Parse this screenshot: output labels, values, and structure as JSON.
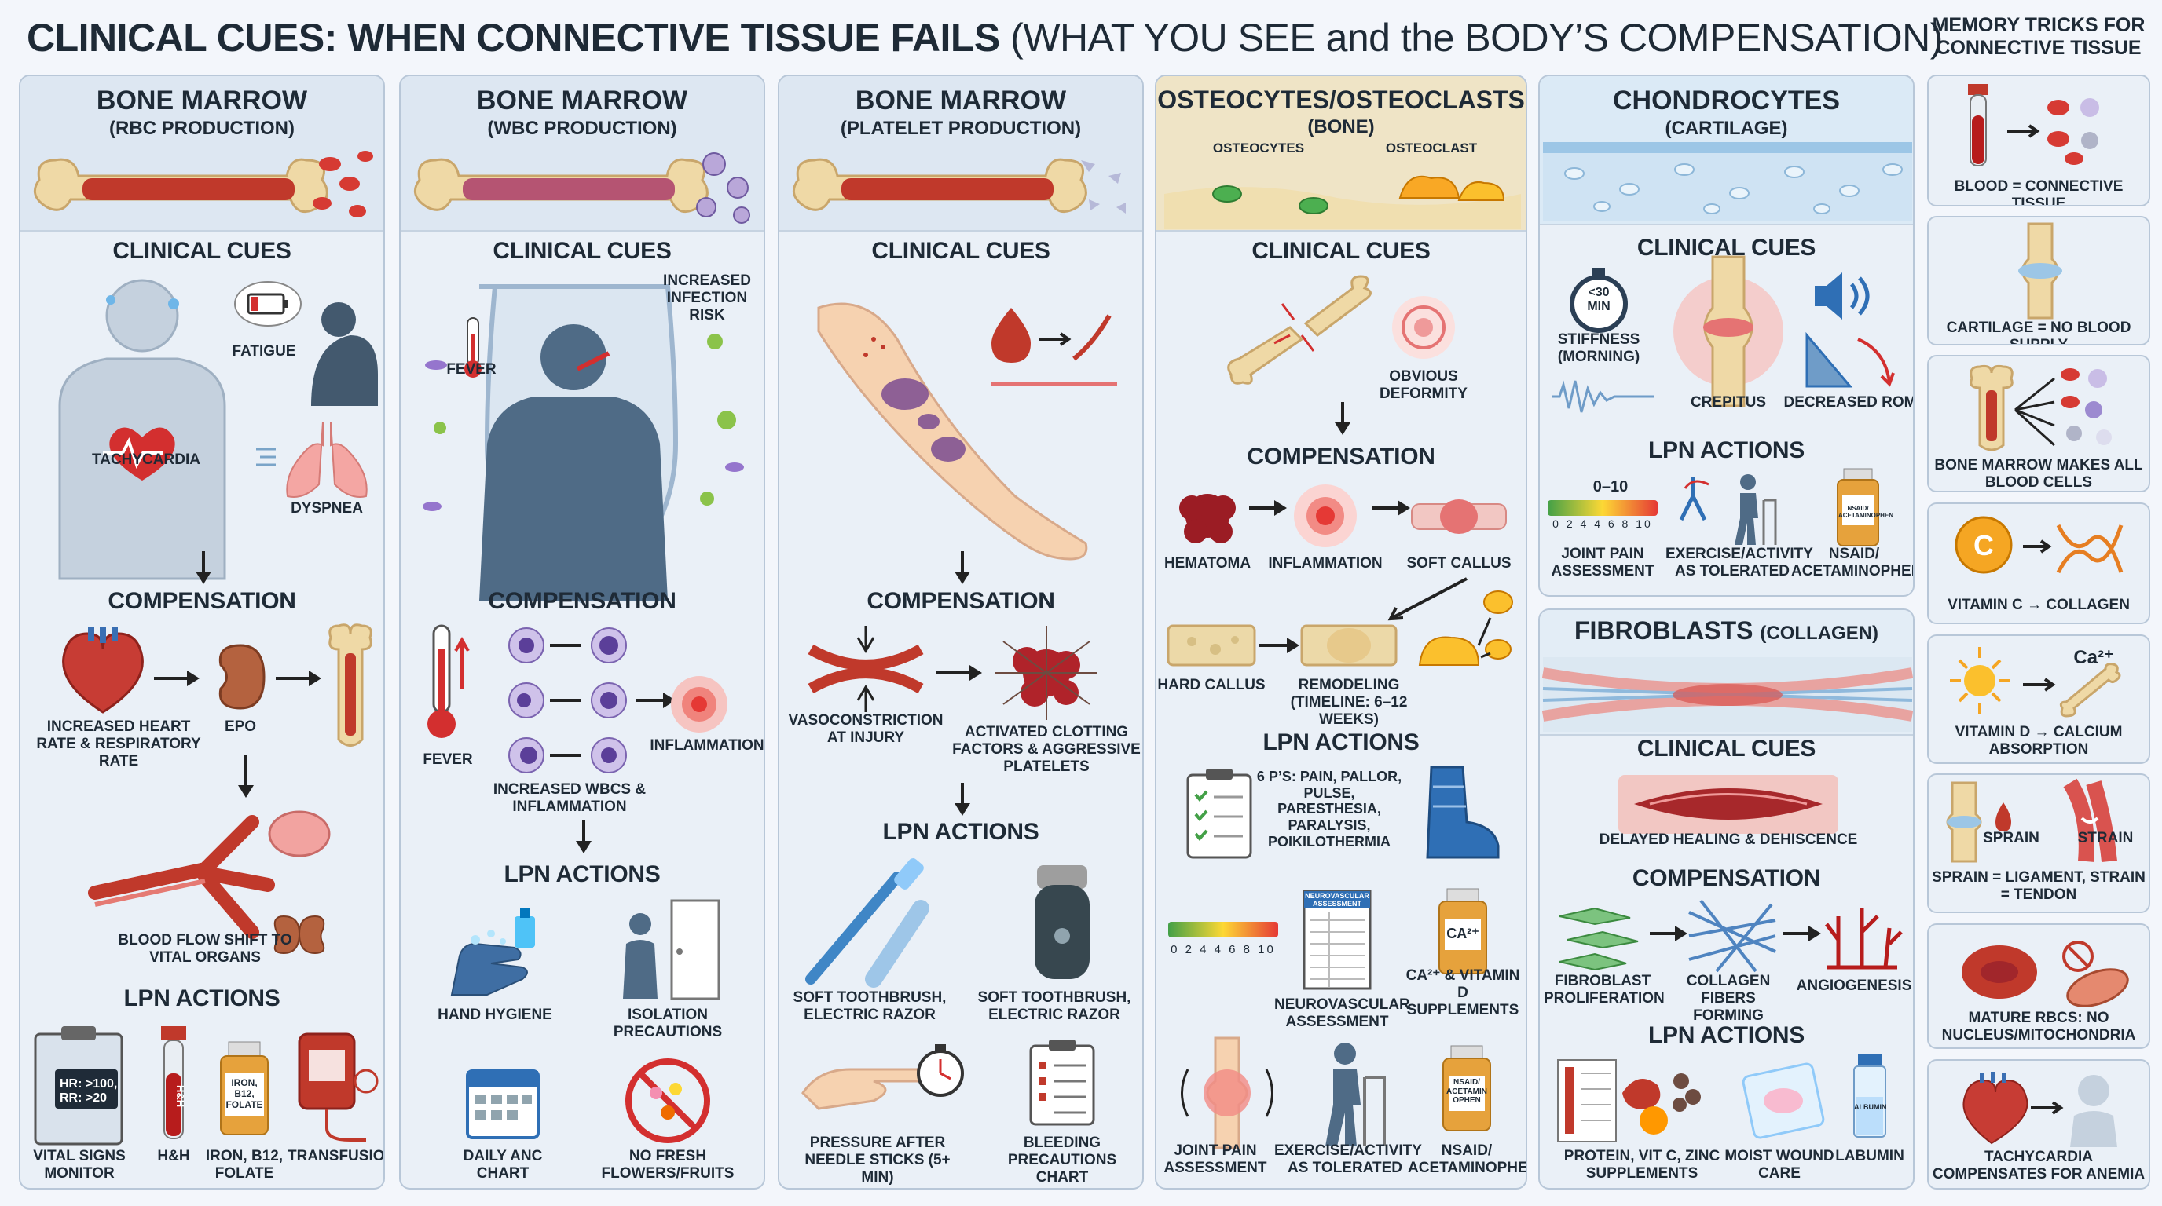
{
  "header": {
    "title_bold": "CLINICAL CUES: WHEN CONNECTIVE TISSUE FAILS",
    "title_sub": "(WHAT YOU SEE and the BODY’S COMPENSATION)",
    "memory_title": "MEMORY TRICKS FOR CONNECTIVE TISSUE"
  },
  "rbc": {
    "title": "BONE MARROW",
    "subtitle": "(RBC PRODUCTION)",
    "cues_heading": "CLINICAL CUES",
    "fatigue": "FATIGUE",
    "tachycardia": "TACHYCARDIA",
    "dyspnea": "DYSPNEA",
    "comp_heading": "COMPENSATION",
    "hr_rr": "INCREASED HEART RATE & RESPIRATORY RATE",
    "epo": "EPO",
    "blood_flow": "BLOOD FLOW SHIFT TO VITAL ORGANS",
    "lpn_heading": "LPN ACTIONS",
    "monitor_text": "HR: >100, RR: >20",
    "vitals": "VITAL SIGNS MONITOR",
    "hh_tube": "H&H",
    "hh": "H&H",
    "bottle_text": "IRON, B12, FOLATE",
    "iron": "IRON, B12, FOLATE",
    "transfusion": "TRANSFUSION"
  },
  "wbc": {
    "title": "BONE MARROW",
    "subtitle": "(WBC PRODUCTION)",
    "cues_heading": "CLINICAL CUES",
    "infection": "INCREASED INFECTION RISK",
    "fever": "FEVER",
    "comp_heading": "COMPENSATION",
    "fever2": "FEVER",
    "inflammation": "INFLAMMATION",
    "increased_wbc": "INCREASED WBCs & INFLAMMATION",
    "lpn_heading": "LPN ACTIONS",
    "hand_hygiene": "HAND HYGIENE",
    "isolation": "ISOLATION PRECAUTIONS",
    "daily_anc": "DAILY ANC CHART",
    "no_flowers": "NO FRESH FLOWERS/FRUITS"
  },
  "plt": {
    "title": "BONE MARROW",
    "subtitle": "(PLATELET PRODUCTION)",
    "cues_heading": "CLINICAL CUES",
    "comp_heading": "COMPENSATION",
    "vasoconstriction": "VASOCONSTRICTION AT INJURY",
    "clotting": "ACTIVATED CLOTTING FACTORS & AGGRESSIVE PLATELETS",
    "lpn_heading": "LPN ACTIONS",
    "toothbrush1": "SOFT TOOTHBRUSH, ELECTRIC RAZOR",
    "toothbrush2": "SOFT TOOTHBRUSH, ELECTRIC RAZOR",
    "pressure": "PRESSURE AFTER NEEDLE STICKS (5+ MIN)",
    "bleeding": "BLEEDING PRECAUTIONS CHART"
  },
  "osteo": {
    "title": "OSTEOCYTES/OSTEOCLASTS",
    "subtitle": "(BONE)",
    "osteocytes": "OSTEOCYTES",
    "osteoclast": "OSTEOCLAST",
    "cues_heading": "CLINICAL CUES",
    "deformity": "OBVIOUS DEFORMITY",
    "comp_heading": "COMPENSATION",
    "hematoma": "HEMATOMA",
    "inflammation": "INFLAMMATION",
    "soft_callus": "SOFT CALLUS",
    "hard_callus": "HARD CALLUS",
    "remodeling": "REMODELING (TIMELINE: 6–12 WEEKS)",
    "lpn_heading": "LPN ACTIONS",
    "six_ps": "6 P’s: PAIN, PALLOR, PULSE, PARESTHESIA, PARALYSIS, POIKILOTHERMIA",
    "scale": "0 2 4 4 6 8 10",
    "nv_form": "NEUROVASCULAR ASSESSMENT",
    "neurovascular": "NEUROVASCULAR ASSESSMENT",
    "ca_bottle": "Ca²⁺",
    "ca_vitd": "Ca²⁺ & VITAMIN D SUPPLEMENTS",
    "joint_pain": "JOINT PAIN ASSESSMENT",
    "exercise": "EXERCISE/ACTIVITY AS TOLERATED",
    "nsaid_bottle": "NSAID/ ACETAMIN OPHEN",
    "nsaid": "NSAID/ ACETAMINOPHEN"
  },
  "chondro": {
    "title": "CHONDROCYTES",
    "subtitle": "(CARTILAGE)",
    "cues_heading": "CLINICAL CUES",
    "timer": "<30 MIN",
    "stiffness": "STIFFNESS (MORNING)",
    "crepitus": "CREPITUS",
    "decreased_rom": "DECREASED ROM",
    "lpn_heading": "LPN ACTIONS",
    "range": "0–10",
    "scale": "0 2 4 4 6 8 10",
    "joint_pain": "JOINT PAIN ASSESSMENT",
    "exercise": "EXERCISE/ACTIVITY AS TOLERATED",
    "nsaid_bottle": "NSAID/ ACETAMINOPHEN",
    "nsaid": "NSAID/ ACETAMINOPHEN"
  },
  "fibro": {
    "title": "FIBROBLASTS",
    "subtitle": "(COLLAGEN)",
    "cues_heading": "CLINICAL CUES",
    "delayed": "DELAYED HEALING & DEHISCENCE",
    "comp_heading": "COMPENSATION",
    "proliferation": "FIBROBLAST PROLIFERATION",
    "collagen": "COLLAGEN FIBERS FORMING",
    "angiogenesis": "ANGIOGENESIS",
    "lpn_heading": "LPN ACTIONS",
    "protein": "PROTEIN, VIT C, ZINC SUPPLEMENTS",
    "wound": "MOIST WOUND CARE",
    "vial": "ALBUMIN",
    "labumin": "LABUMIN"
  },
  "memory": [
    {
      "label": "BLOOD = CONNECTIVE TISSUE"
    },
    {
      "label": "CARTILAGE = NO BLOOD SUPPLY"
    },
    {
      "label": "BONE MARROW MAKES ALL BLOOD CELLS"
    },
    {
      "icon_text": "C",
      "label": "VITAMIN C → COLLAGEN"
    },
    {
      "icon_text": "Ca²⁺",
      "label": "VITAMIN D → CALCIUM ABSORPTION"
    },
    {
      "sprain": "SPRAIN",
      "strain": "STRAIN",
      "label": "SPRAIN = LIGAMENT, STRAIN = TENDON"
    },
    {
      "label": "MATURE RBCs: NO NUCLEUS/MITOCHONDRIA"
    },
    {
      "label": "TACHYCARDIA COMPENSATES FOR ANEMIA"
    }
  ],
  "colors": {
    "blood": "#c0392b",
    "skin": "#b9c7d6",
    "bone": "#efd9a6",
    "accent_blue": "#2f6fb5",
    "panel": "#eaf0f7"
  }
}
